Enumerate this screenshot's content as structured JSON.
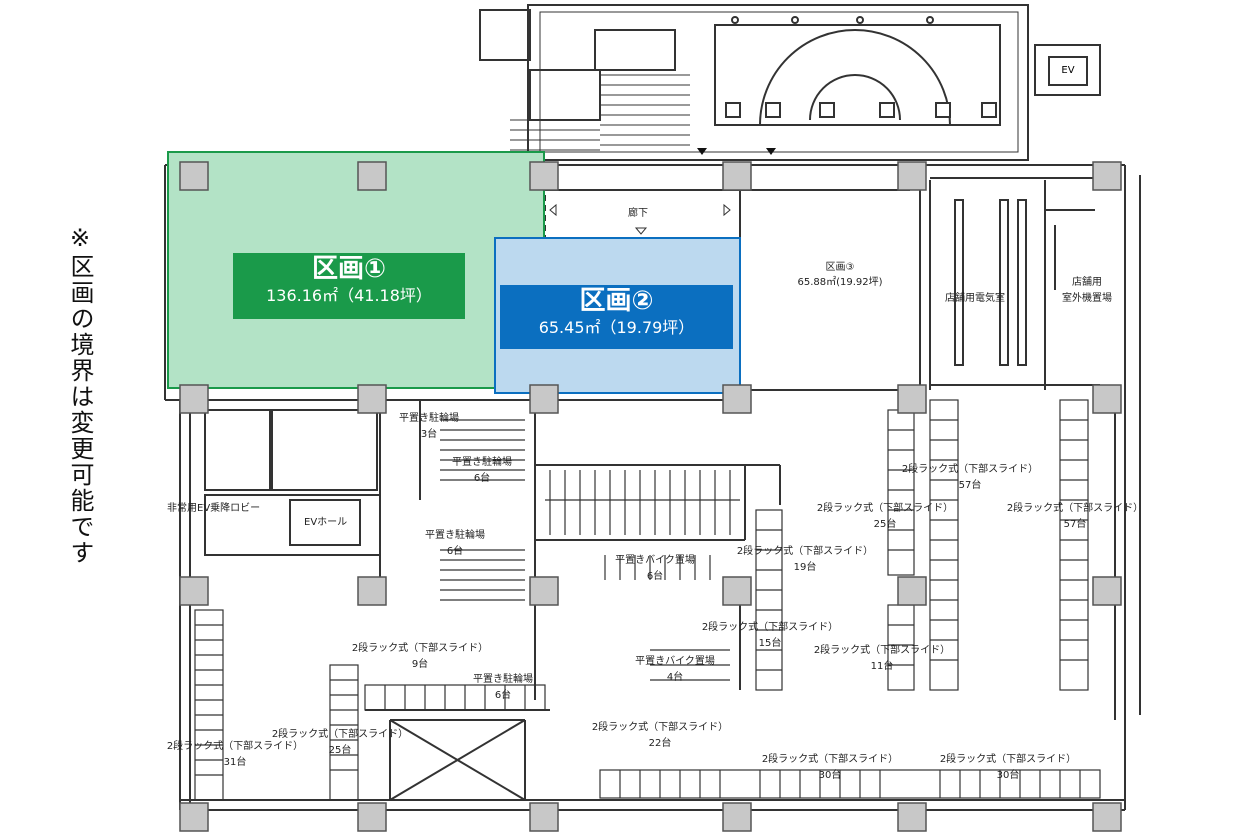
{
  "note": "※区画の境界は変更可能です",
  "sections": {
    "s1": {
      "title": "区画①",
      "area": "136.16㎡（41.18坪）",
      "fill": "#b3e3c6",
      "label_bg": "#1a9a4a",
      "border": "#1a9a4a"
    },
    "s2": {
      "title": "区画②",
      "area": "65.45㎡（19.79坪）",
      "fill": "#bcd9ef",
      "label_bg": "#0b6fc0",
      "border": "#0b6fc0"
    },
    "s3": {
      "title": "区画③",
      "area": "65.88㎡(19.92坪)"
    }
  },
  "labels": {
    "corridor": "廊下",
    "ev": "EV",
    "elec_room": "店舗用電気室",
    "outdoor_unit_1": "店舗用",
    "outdoor_unit_2": "室外機置場",
    "ev_lobby": "非常用EV乗降ロビー",
    "ev_hall": "EVホール",
    "bicycle_a_name": "平置き駐輪場",
    "bicycle_a_count": "3台",
    "bicycle_b_name": "平置き駐輪場",
    "bicycle_b_count": "6台",
    "bicycle_c_name": "平置き駐輪場",
    "bicycle_c_count": "6台",
    "bicycle_d_name": "平置き駐輪場",
    "bicycle_d_count": "6台",
    "bike_a_name": "平置きバイク置場",
    "bike_a_count": "6台",
    "bike_b_name": "平置きバイク置場",
    "bike_b_count": "4台",
    "rack_1_name": "2段ラック式（下部スライド）",
    "rack_1_count": "57台",
    "rack_2_name": "2段ラック式（下部スライド）",
    "rack_2_count": "25台",
    "rack_3_name": "2段ラック式（下部スライド）",
    "rack_3_count": "57台",
    "rack_4_name": "2段ラック式（下部スライド）",
    "rack_4_count": "19台",
    "rack_5_name": "2段ラック式（下部スライド）",
    "rack_5_count": "15台",
    "rack_6_name": "2段ラック式（下部スライド）",
    "rack_6_count": "11台",
    "rack_7_name": "2段ラック式（下部スライド）",
    "rack_7_count": "9台",
    "rack_8_name": "2段ラック式（下部スライド）",
    "rack_8_count": "25台",
    "rack_9_name": "2段ラック式（下部スライド）",
    "rack_9_count": "31台",
    "rack_10_name": "2段ラック式（下部スライド）",
    "rack_10_count": "22台",
    "rack_11_name": "2段ラック式（下部スライド）",
    "rack_11_count": "30台",
    "rack_12_name": "2段ラック式（下部スライド）",
    "rack_12_count": "30台"
  }
}
